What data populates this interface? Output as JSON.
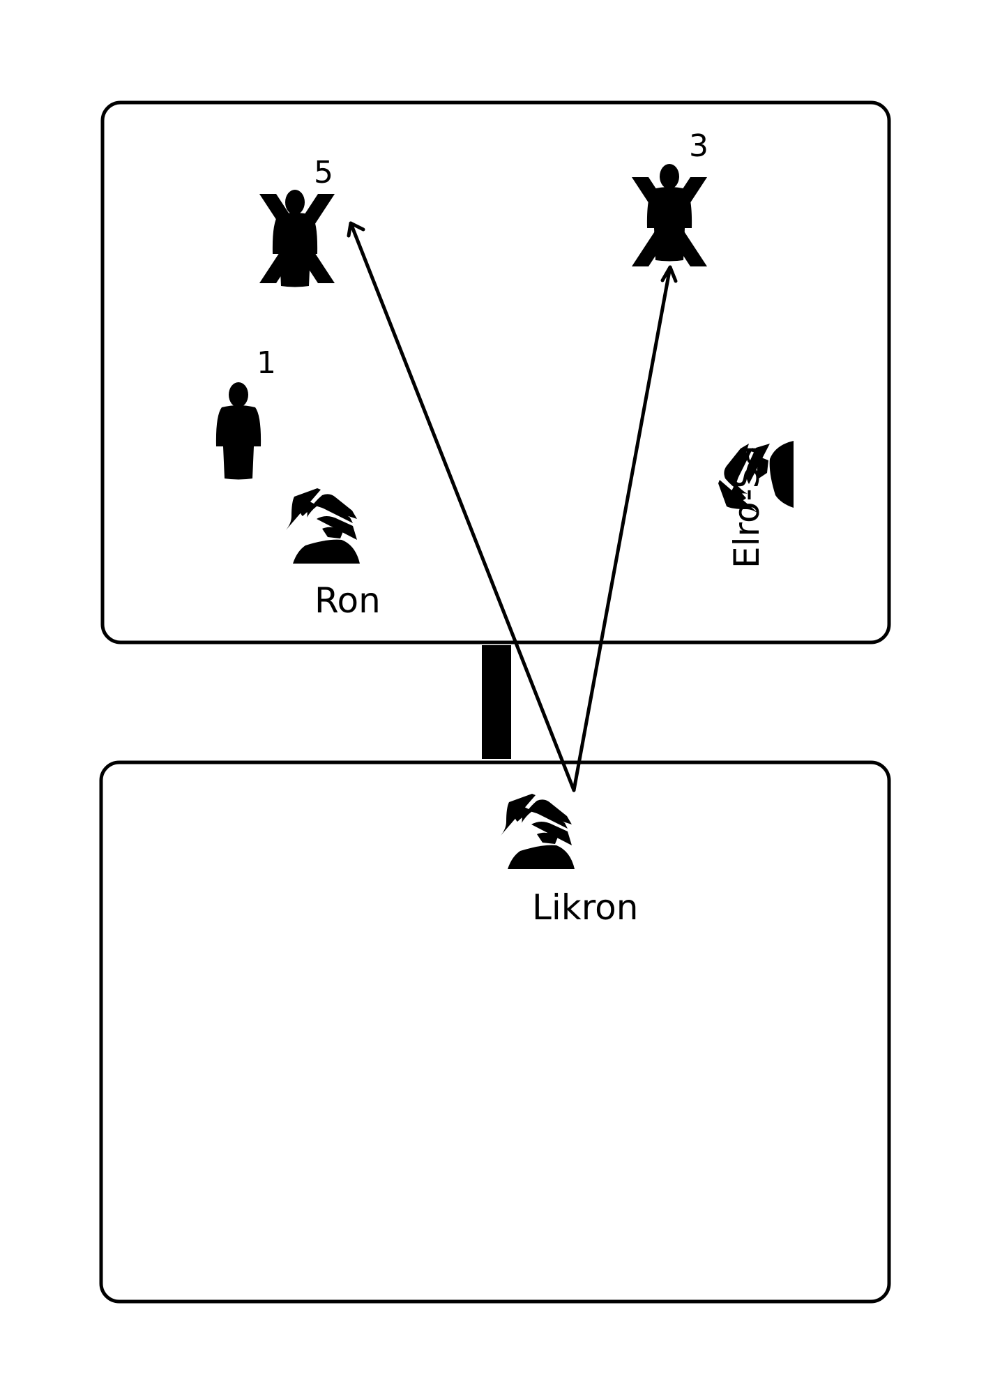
{
  "colors": {
    "background": "#ffffff",
    "ink": "#000000"
  },
  "rooms": [
    {
      "id": "upper-room"
    },
    {
      "id": "lower-room"
    }
  ],
  "persons": [
    {
      "id": "person-5",
      "number": "5",
      "crossed": true,
      "icon": "person-icon"
    },
    {
      "id": "person-3",
      "number": "3",
      "crossed": true,
      "icon": "person-icon"
    },
    {
      "id": "person-1",
      "number": "1",
      "crossed": false,
      "icon": "person-icon"
    }
  ],
  "creatures": [
    {
      "id": "ron",
      "label": "Ron",
      "icon": "claw-creature-icon"
    },
    {
      "id": "elro-sa",
      "label": "Elro-Sa",
      "icon": "claw-creature-icon"
    },
    {
      "id": "likron",
      "label": "Likron",
      "icon": "claw-creature-icon"
    }
  ],
  "attacks": [
    {
      "from": "likron",
      "to": "person-5"
    },
    {
      "from": "likron",
      "to": "person-3"
    }
  ]
}
